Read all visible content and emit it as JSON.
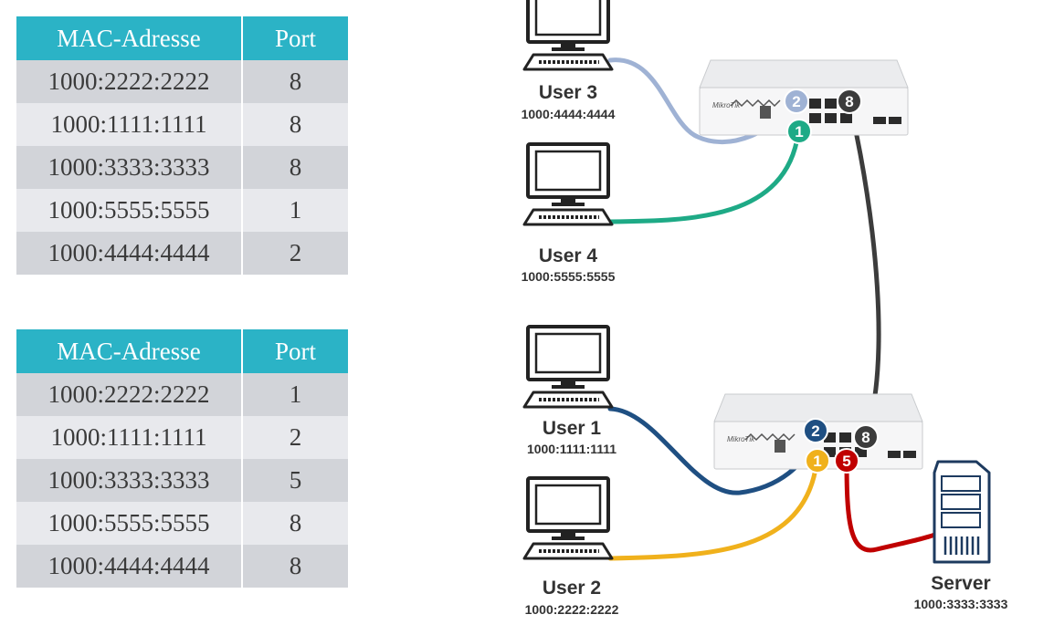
{
  "tables": [
    {
      "headers": [
        "MAC-Adresse",
        "Port"
      ],
      "rows": [
        {
          "mac": "1000:2222:2222",
          "port": "8"
        },
        {
          "mac": "1000:1111:1111",
          "port": "8"
        },
        {
          "mac": "1000:3333:3333",
          "port": "8"
        },
        {
          "mac": "1000:5555:5555",
          "port": "1"
        },
        {
          "mac": "1000:4444:4444",
          "port": "2"
        }
      ]
    },
    {
      "headers": [
        "MAC-Adresse",
        "Port"
      ],
      "rows": [
        {
          "mac": "1000:2222:2222",
          "port": "1"
        },
        {
          "mac": "1000:1111:1111",
          "port": "2"
        },
        {
          "mac": "1000:3333:3333",
          "port": "5"
        },
        {
          "mac": "1000:5555:5555",
          "port": "8"
        },
        {
          "mac": "1000:4444:4444",
          "port": "8"
        }
      ]
    }
  ],
  "devices": {
    "user3": {
      "name": "User 3",
      "mac": "1000:4444:4444"
    },
    "user4": {
      "name": "User 4",
      "mac": "1000:5555:5555"
    },
    "user1": {
      "name": "User 1",
      "mac": "1000:1111:1111"
    },
    "user2": {
      "name": "User 2",
      "mac": "1000:2222:2222"
    },
    "server": {
      "name": "Server",
      "mac": "1000:3333:3333"
    }
  },
  "ports": {
    "top_switch": {
      "user3": "2",
      "uplink": "8",
      "user4": "1"
    },
    "bottom_switch": {
      "user1": "2",
      "uplink": "8",
      "user2": "1",
      "server": "5"
    }
  },
  "cable_colors": {
    "user3": "#9fb2d4",
    "user4": "#1eaa86",
    "uplink": "#3c3c3c",
    "user1": "#1f4f82",
    "user2": "#f0b11c",
    "server": "#c00000"
  },
  "switch_brand": "MikroTik"
}
